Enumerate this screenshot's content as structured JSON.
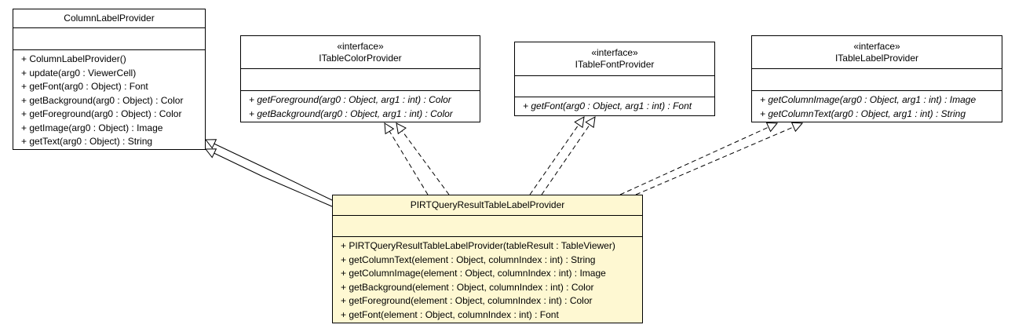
{
  "classes": {
    "column_label_provider": {
      "name": "ColumnLabelProvider",
      "operations": [
        "+ ColumnLabelProvider()",
        "+ update(arg0 : ViewerCell)",
        "+ getFont(arg0 : Object) : Font",
        "+ getBackground(arg0 : Object) : Color",
        "+ getForeground(arg0 : Object) : Color",
        "+ getImage(arg0 : Object) : Image",
        "+ getText(arg0 : Object) : String"
      ]
    },
    "itable_color_provider": {
      "stereotype": "«interface»",
      "name": "ITableColorProvider",
      "operations": [
        "+ getForeground(arg0 : Object, arg1 : int) : Color",
        "+ getBackground(arg0 : Object, arg1 : int) : Color"
      ]
    },
    "itable_font_provider": {
      "stereotype": "«interface»",
      "name": "ITableFontProvider",
      "operations": [
        "+ getFont(arg0 : Object, arg1 : int) : Font"
      ]
    },
    "itable_label_provider": {
      "stereotype": "«interface»",
      "name": "ITableLabelProvider",
      "operations": [
        "+ getColumnImage(arg0 : Object, arg1 : int) : Image",
        "+ getColumnText(arg0 : Object, arg1 : int) : String"
      ]
    },
    "pirt_provider": {
      "name": "PIRTQueryResultTableLabelProvider",
      "operations": [
        "+ PIRTQueryResultTableLabelProvider(tableResult : TableViewer)",
        "+ getColumnText(element : Object, columnIndex : int) : String",
        "+ getColumnImage(element : Object, columnIndex : int) : Image",
        "+ getBackground(element : Object, columnIndex : int) : Color",
        "+ getForeground(element : Object, columnIndex : int) : Color",
        "+ getFont(element : Object, columnIndex : int) : Font"
      ]
    }
  },
  "colors": {
    "main_class_fill": "#fef8d2",
    "class_fill": "#ffffff",
    "line": "#000000"
  }
}
